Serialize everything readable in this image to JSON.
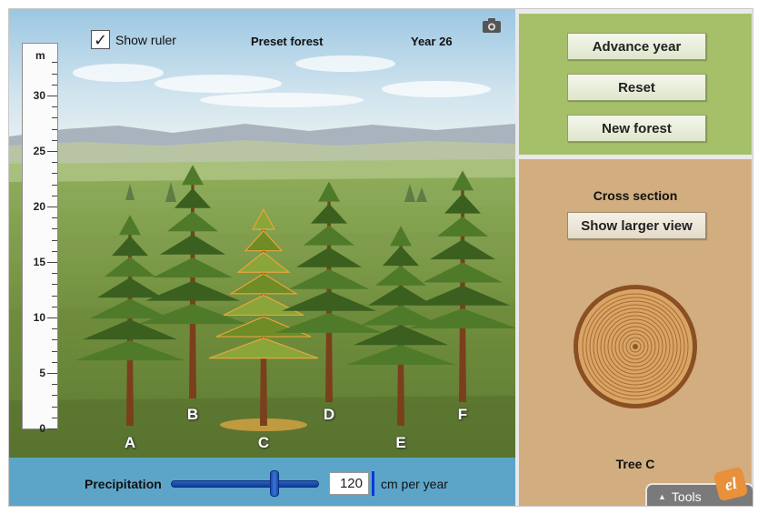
{
  "scene": {
    "show_ruler_label": "Show ruler",
    "show_ruler_checked": true,
    "preset_label": "Preset forest",
    "year_label": "Year 26",
    "camera_icon": "camera-icon"
  },
  "ruler": {
    "unit": "m",
    "labels": [
      "30",
      "25",
      "20",
      "15",
      "10",
      "5",
      "0"
    ]
  },
  "trees": [
    {
      "label": "A",
      "height_m": 19,
      "highlighted": false
    },
    {
      "label": "B",
      "height_m": 23.5,
      "highlighted": false
    },
    {
      "label": "C",
      "height_m": 19.5,
      "highlighted": true
    },
    {
      "label": "D",
      "height_m": 22,
      "highlighted": false
    },
    {
      "label": "E",
      "height_m": 18,
      "highlighted": false
    },
    {
      "label": "F",
      "height_m": 23,
      "highlighted": false
    }
  ],
  "precipitation": {
    "label": "Precipitation",
    "value": "120",
    "unit": "cm per year"
  },
  "controls": {
    "advance_year": "Advance year",
    "reset": "Reset",
    "new_forest": "New forest"
  },
  "cross_section": {
    "title": "Cross section",
    "larger_view": "Show larger view",
    "tree_label": "Tree C"
  },
  "tools": {
    "label": "Tools",
    "arrow_icon": "triangle-up-icon"
  },
  "logo": {
    "text": "el"
  },
  "colors": {
    "control_panel": "#a6c06a",
    "cross_panel": "#d1ad7f",
    "precip_bar": "#5da5c8",
    "slider": "#1c4aa8",
    "highlight_tree": "#e6a63c"
  }
}
